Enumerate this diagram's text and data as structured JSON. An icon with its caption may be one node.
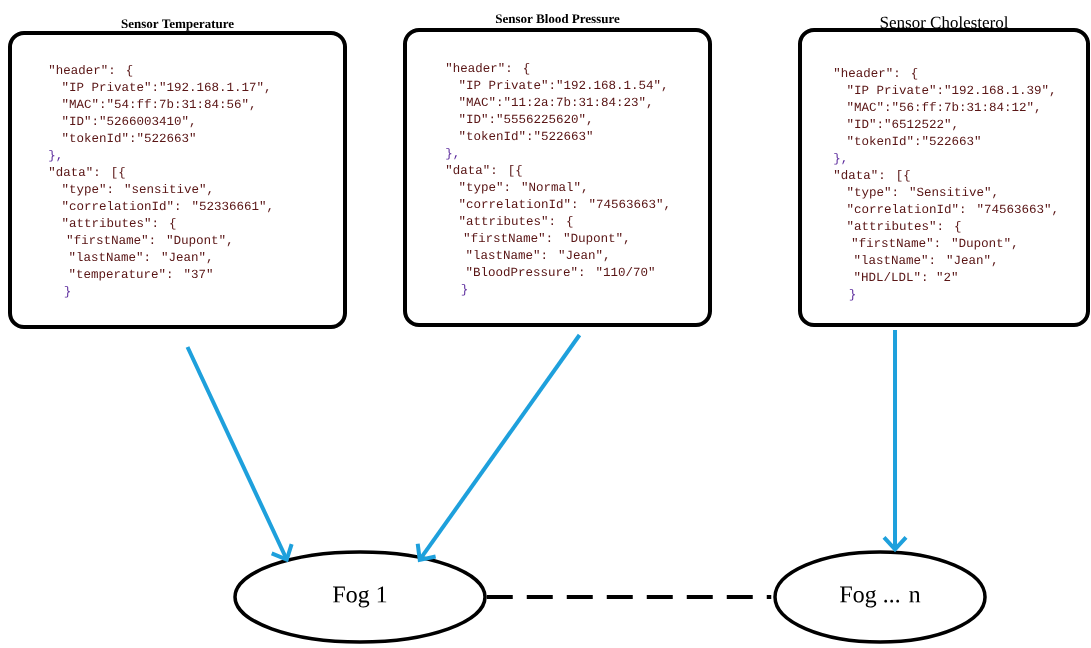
{
  "diagram": {
    "nodes": [
      {
        "text": [
          "Sensor Temperature",
          "\"header\": {",
          "\"IP Private\":\"192.168.1.17\",",
          "\"MAC\":\"54:ff:7b:31:84:56\",",
          "\"ID\":\"5266003410\",",
          "\"tokenId\":\"522663\"",
          "},",
          "\"data\": [{",
          "\"type\": \"sensitive\",",
          "\"correlationId\": \"52336661\",",
          "\"attributes\": {",
          "\"firstName\": \"Dupont\",",
          "\"lastName\": \"Jean\",",
          "\"temperature\": \"37\"",
          "}"
        ]
      },
      {
        "text": [
          "Sensor Blood Pressure",
          "\"header\": {",
          "\"IP Private\":\"192.168.1.54\",",
          "\"MAC\":\"11:2a:7b:31:84:23\",",
          "\"ID\":\"5556225620\",",
          "\"tokenId\":\"522663\"",
          "},",
          "\"data\": [{",
          "\"type\": \"Normal\",",
          "\"correlationId\": \"74563663\",",
          "\"attributes\": {",
          "\"firstName\": \"Dupont\",",
          "\"lastName\": \"Jean\",",
          "\"BloodPressure\": \"110/70\"",
          "}"
        ]
      },
      {
        "text": [
          "Sensor Cholesterol",
          "\"header\": {",
          "\"IP Private\":\"192.168.1.39\",",
          "\"MAC\":\"56:ff:7b:31:84:12\",",
          "\"ID\":\"6512522\",",
          "\"tokenId\":\"522663\"",
          "},",
          "\"data\": [{",
          "\"type\": \"Sensitive\",",
          "\"correlationId\": \"74563663\",",
          "\"attributes\": {",
          "\"firstName\": \"Dupont\",",
          "\"lastName\": \"Jean\",",
          "\"HDL/LDL\": \"2\"",
          "}"
        ]
      },
      {
        "text": [
          "Fog 1"
        ]
      },
      {
        "text": [
          "Fog ... n"
        ]
      }
    ],
    "edges": [
      {
        "from": 0,
        "to": 3,
        "arrow": "to"
      },
      {
        "from": 1,
        "to": 3,
        "arrow": "to"
      },
      {
        "from": 2,
        "to": 4,
        "arrow": "to"
      },
      {
        "from": 3,
        "to": 4,
        "arrow": "none",
        "style": "dashed",
        "color": "#000000"
      }
    ]
  }
}
